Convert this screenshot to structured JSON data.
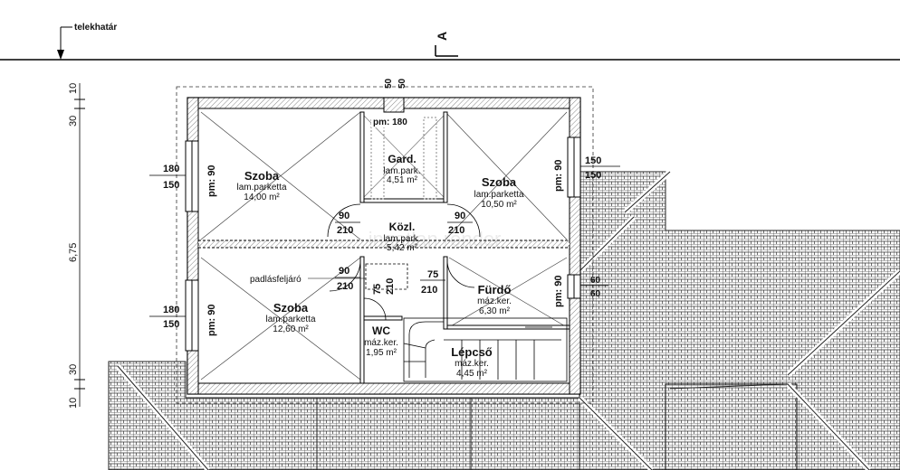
{
  "boundary_label": "telekhatár",
  "section_marker": "A",
  "dims_left": {
    "top_a": "10",
    "top_b": "30",
    "mid": "6,75",
    "bot_a": "30",
    "bot_b": "10"
  },
  "chimney": {
    "d1": "50",
    "d2": "50",
    "pm": "pm: 180"
  },
  "rooms": {
    "szoba1": {
      "name": "Szoba",
      "floor": "lam.parketta",
      "area": "14,00 m²"
    },
    "gard": {
      "name": "Gard.",
      "floor": "lam.park.",
      "area": "4,51 m²"
    },
    "szoba2": {
      "name": "Szoba",
      "floor": "lam.parketta",
      "area": "10,50 m²"
    },
    "kozl": {
      "name": "Közl.",
      "floor": "lam.park.",
      "area": "5,42 m²"
    },
    "szoba3": {
      "name": "Szoba",
      "floor": "lam.parketta",
      "area": "12,60 m²"
    },
    "furdo": {
      "name": "Fürdő",
      "floor": "máz.ker.",
      "area": "6,30 m²"
    },
    "wc": {
      "name": "WC",
      "floor": "máz.ker.",
      "area": "1,95 m²"
    },
    "lepcso": {
      "name": "Lépcső",
      "floor": "máz.ker.",
      "area": "4,45 m²"
    }
  },
  "windows": {
    "w1": {
      "a": "180",
      "b": "150",
      "pm": "pm: 90"
    },
    "w2": {
      "a": "180",
      "b": "150",
      "pm": "pm: 90"
    },
    "w3": {
      "a": "150",
      "b": "150",
      "pm": "pm: 90"
    },
    "w4": {
      "a": "60",
      "b": "60",
      "pm": "pm: 90"
    }
  },
  "doors": {
    "d1": {
      "w": "90",
      "h": "210"
    },
    "d2": {
      "w": "90",
      "h": "210"
    },
    "d3": {
      "w": "90",
      "h": "210"
    },
    "d4": {
      "w": "75",
      "h": "210"
    },
    "d5": {
      "w": "75",
      "h": "210"
    }
  },
  "attic_hatch": "padlásfeljáró",
  "watermark": "ingatlan render"
}
